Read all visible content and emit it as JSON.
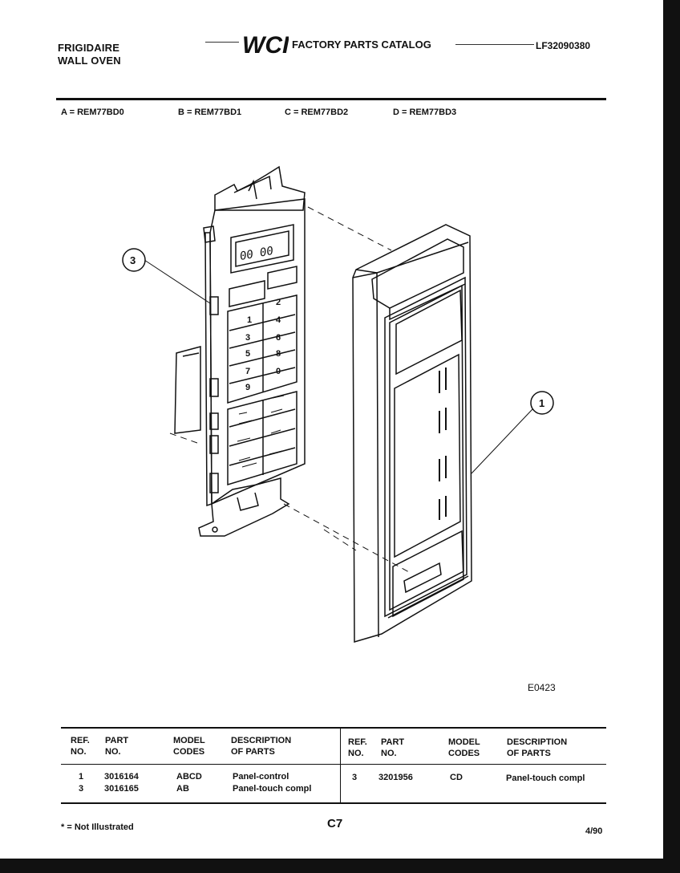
{
  "header": {
    "brand_line1": "FRIGIDAIRE",
    "brand_line2": "WALL OVEN",
    "logo_text": "WCI",
    "catalog_title": "FACTORY PARTS CATALOG",
    "catalog_number": "LF32090380"
  },
  "models": [
    "A = REM77BD0",
    "B = REM77BD1",
    "C = REM77BD2",
    "D = REM77BD3"
  ],
  "diagram": {
    "callouts": [
      "3",
      "1"
    ],
    "display_digits": "00 00",
    "keypad_keys": [
      "1",
      "2",
      "3",
      "4",
      "5",
      "6",
      "7",
      "8",
      "9",
      "0"
    ],
    "diagram_code": "E0423"
  },
  "table": {
    "headers": {
      "ref_no": [
        "REF.",
        "NO."
      ],
      "part_no": [
        "PART",
        "NO."
      ],
      "model_codes": [
        "MODEL",
        "CODES"
      ],
      "description": [
        "DESCRIPTION",
        "OF PARTS"
      ]
    },
    "rows_left": [
      {
        "ref": "1",
        "part": "3016164",
        "codes": "ABCD",
        "desc": "Panel-control"
      },
      {
        "ref": "3",
        "part": "3016165",
        "codes": "AB",
        "desc": "Panel-touch compl"
      }
    ],
    "rows_right": [
      {
        "ref": "3",
        "part": "3201956",
        "codes": "CD",
        "desc": "Panel-touch compl"
      }
    ]
  },
  "footer": {
    "footnote": "* = Not Illustrated",
    "page_id": "C7",
    "date_code": "4/90"
  }
}
